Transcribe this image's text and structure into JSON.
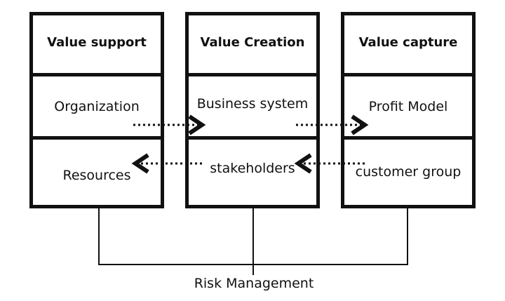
{
  "columns": [
    {
      "header": "Value support",
      "middle": "Organization",
      "bottom": "Resources"
    },
    {
      "header": "Value Creation",
      "middle": "Business system",
      "bottom": "stakeholders"
    },
    {
      "header": "Value capture",
      "middle": "Profit Model",
      "bottom": "customer group"
    }
  ],
  "footer": {
    "label": "Risk Management"
  },
  "colors": {
    "line": "#111111",
    "background": "#ffffff"
  }
}
